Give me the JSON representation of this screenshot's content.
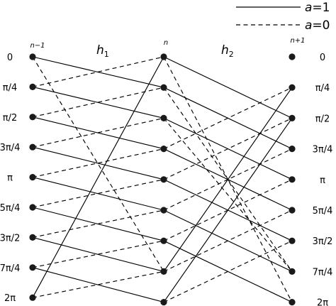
{
  "legend": [
    {
      "symbol": "a",
      "value": "=1",
      "line": "solid"
    },
    {
      "symbol": "a",
      "value": "=0",
      "line": "dashed"
    }
  ],
  "time_labels": [
    "n−1",
    "n",
    "n+1"
  ],
  "h_labels": [
    {
      "base": "h",
      "sub": "1"
    },
    {
      "base": "h",
      "sub": "2"
    }
  ],
  "left_states": [
    "0",
    "π/4",
    "π/2",
    "3π/4",
    "π",
    "5π/4",
    "3π/2",
    "7π/4",
    "2π"
  ],
  "right_states": [
    "0",
    "π/4",
    "π/2",
    "3π/4",
    "π",
    "5π/4",
    "3π/2",
    "7π/4",
    "2π"
  ],
  "transitions_stage1": {
    "solid": [
      [
        0,
        1
      ],
      [
        1,
        2
      ],
      [
        2,
        3
      ],
      [
        3,
        4
      ],
      [
        4,
        5
      ],
      [
        5,
        6
      ],
      [
        6,
        7
      ],
      [
        7,
        8
      ],
      [
        8,
        0
      ]
    ],
    "dashed": [
      [
        0,
        7
      ],
      [
        1,
        0
      ],
      [
        2,
        1
      ],
      [
        3,
        2
      ],
      [
        4,
        3
      ],
      [
        5,
        4
      ],
      [
        6,
        5
      ],
      [
        7,
        6
      ],
      [
        8,
        7
      ]
    ]
  },
  "transitions_stage2": {
    "solid": [
      [
        0,
        2
      ],
      [
        1,
        3
      ],
      [
        2,
        4
      ],
      [
        3,
        5
      ],
      [
        4,
        6
      ],
      [
        5,
        7
      ],
      [
        6,
        8
      ],
      [
        7,
        1
      ],
      [
        8,
        2
      ]
    ],
    "dashed": [
      [
        0,
        8
      ],
      [
        1,
        7
      ],
      [
        2,
        7
      ],
      [
        3,
        1
      ],
      [
        4,
        2
      ],
      [
        5,
        3
      ],
      [
        6,
        4
      ],
      [
        7,
        5
      ],
      [
        8,
        6
      ]
    ]
  }
}
